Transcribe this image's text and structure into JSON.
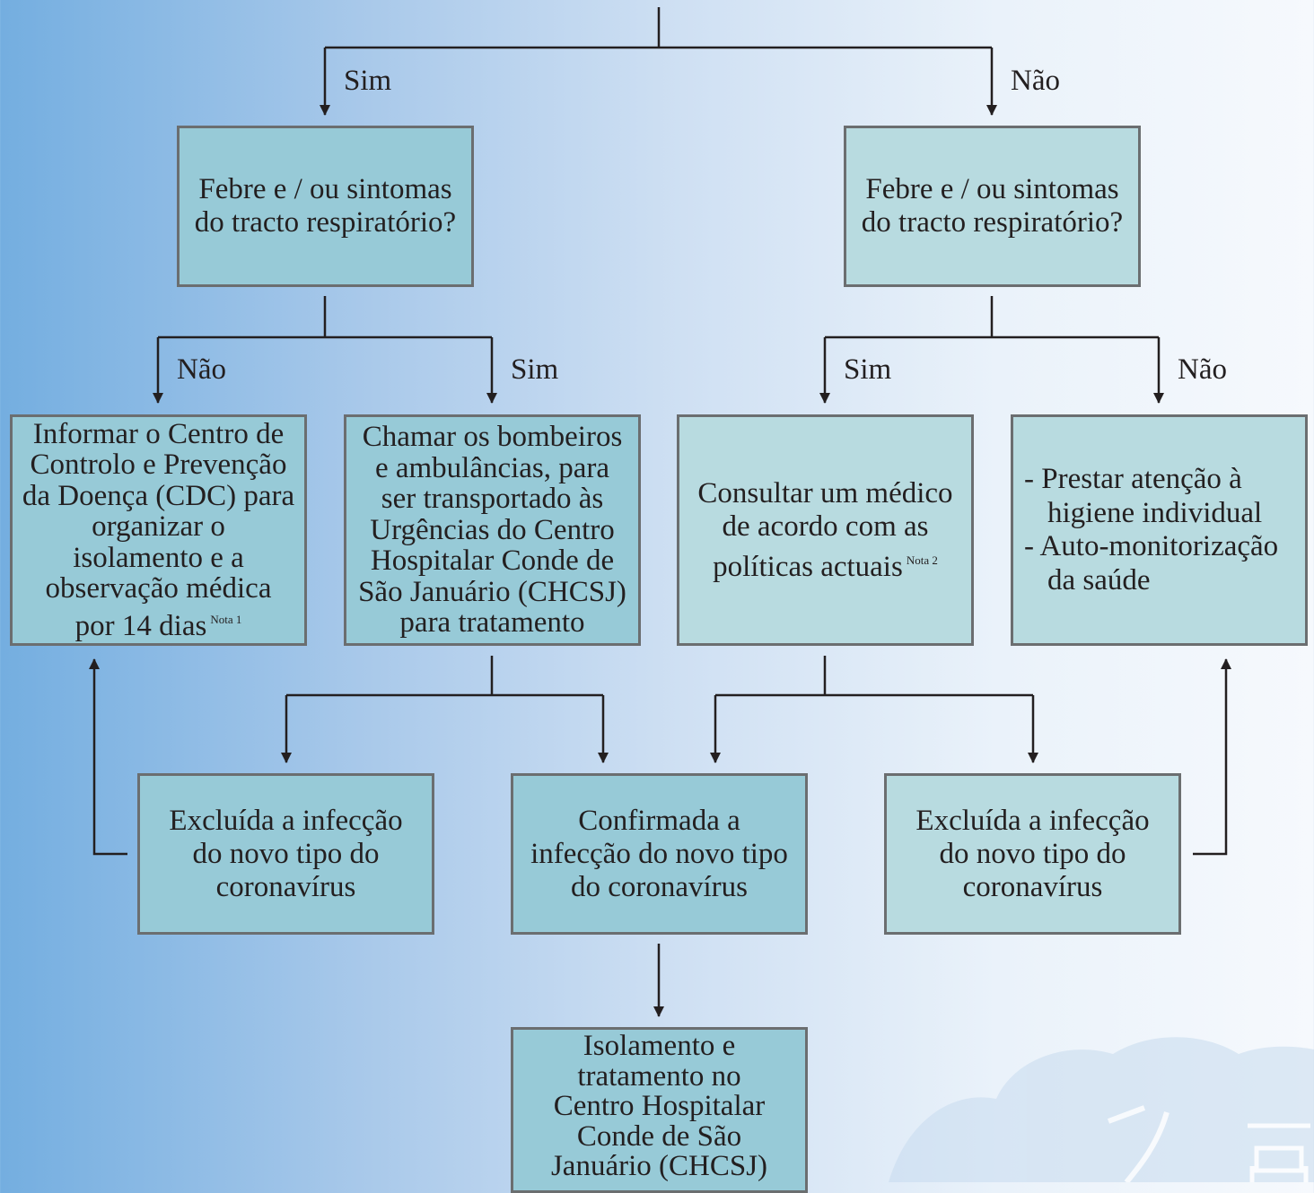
{
  "colors": {
    "box_dark": "#97cad7",
    "box_light": "#b8dbe0",
    "border": "#6b6e70",
    "line": "#231f20"
  },
  "branch_labels": {
    "top_left": "Sim",
    "top_right": "Não",
    "left_no": "Não",
    "left_yes": "Sim",
    "right_yes": "Sim",
    "right_no": "Não"
  },
  "boxes": {
    "question_left": {
      "lines": [
        "Febre e / ou sintomas",
        "do tracto respiratório?"
      ]
    },
    "question_right": {
      "lines": [
        "Febre e / ou sintomas",
        "do tracto respiratório?"
      ]
    },
    "inform_cdc": {
      "lines": [
        "Informar o Centro de",
        "Controlo e Prevenção",
        "da Doença (CDC) para",
        "organizar o",
        "isolamento e a",
        "observação médica",
        "por 14 dias"
      ],
      "note": "Nota 1"
    },
    "call_firefighters": {
      "lines": [
        "Chamar os bombeiros",
        "e  ambulâncias, para",
        "ser transportado  às",
        "Urgências do Centro",
        "Hospitalar Conde de",
        "São Januário (CHCSJ)",
        "para tratamento"
      ]
    },
    "consult_doctor": {
      "lines": [
        "Consultar um médico",
        "de acordo com as",
        "políticas actuais"
      ],
      "note": "Nota 2"
    },
    "self_care": {
      "items": [
        {
          "bullet": "-",
          "lines": [
            "Prestar atenção à",
            "higiene individual"
          ]
        },
        {
          "bullet": "-",
          "lines": [
            "Auto-monitorização",
            "da saúde"
          ]
        }
      ]
    },
    "excluded_left": {
      "lines": [
        "Excluída a infecção",
        "do novo tipo do",
        "coronavírus"
      ]
    },
    "confirmed": {
      "lines": [
        "Confirmada a",
        "infecção do novo tipo",
        "do coronavírus"
      ]
    },
    "excluded_right": {
      "lines": [
        "Excluída a infecção",
        "do novo tipo do",
        "coronavírus"
      ]
    },
    "isolation": {
      "lines": [
        "Isolamento e",
        "tratamento no",
        "Centro Hospitalar",
        "Conde de São",
        "Januário (CHCSJ)"
      ]
    }
  }
}
